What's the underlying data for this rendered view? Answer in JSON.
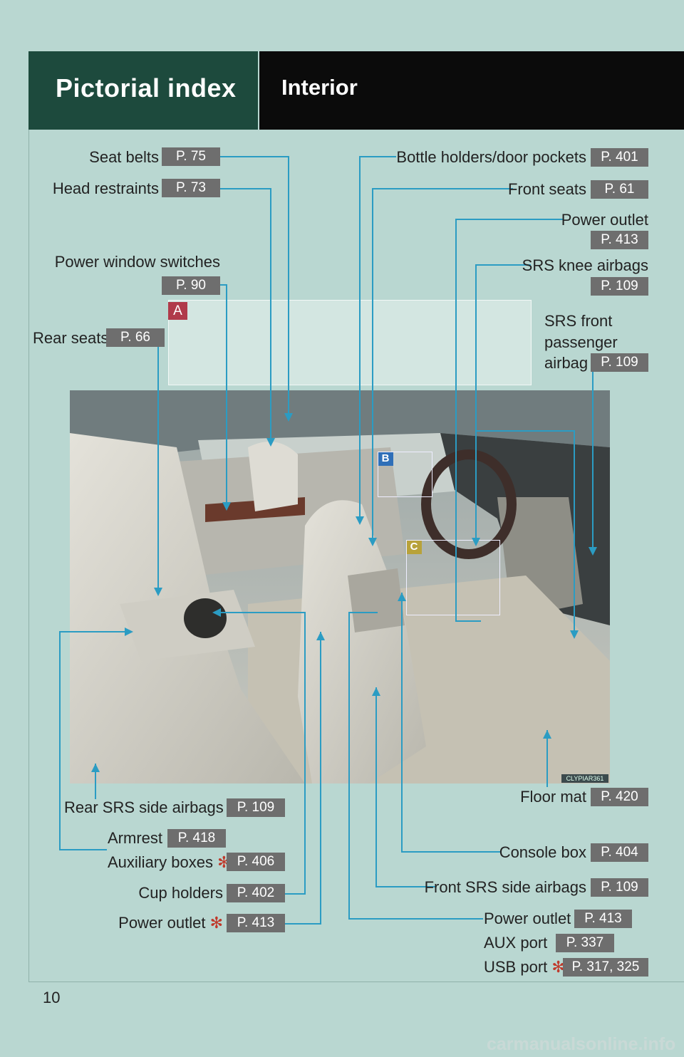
{
  "header": {
    "title": "Pictorial index",
    "section": "Interior"
  },
  "inset_tags": {
    "a": "A",
    "b": "B",
    "c": "C"
  },
  "photo_code": "CLYPIAR361",
  "page_number": "10",
  "watermark": "carmanualsonline.info",
  "labels": {
    "seat_belts": {
      "text": "Seat belts",
      "page": "P. 75"
    },
    "head_restraints": {
      "text": "Head restraints",
      "page": "P. 73"
    },
    "power_window_switches": {
      "text": "Power window switches",
      "page": "P. 90"
    },
    "rear_seats": {
      "text": "Rear seats",
      "page": "P. 66"
    },
    "bottle_holders": {
      "text": "Bottle holders/door pockets",
      "page": "P. 401"
    },
    "front_seats": {
      "text": "Front seats",
      "page": "P. 61"
    },
    "power_outlet_top": {
      "text": "Power outlet",
      "page": "P. 413"
    },
    "srs_knee_airbags": {
      "text": "SRS knee airbags",
      "page": "P. 109"
    },
    "srs_front_passenger": {
      "line1": "SRS front",
      "line2": "passenger",
      "line3": "airbag",
      "page": "P. 109"
    },
    "rear_srs_side_airbags": {
      "text": "Rear SRS side airbags",
      "page": "P. 109"
    },
    "armrest": {
      "text": "Armrest",
      "page": "P. 418"
    },
    "auxiliary_boxes": {
      "text": "Auxiliary boxes",
      "mark": "✻",
      "page": "P. 406"
    },
    "cup_holders": {
      "text": "Cup holders",
      "page": "P. 402"
    },
    "power_outlet_bottom_left": {
      "text": "Power outlet",
      "mark": "✻",
      "page": "P. 413"
    },
    "floor_mat": {
      "text": "Floor mat",
      "page": "P. 420"
    },
    "console_box": {
      "text": "Console box",
      "page": "P. 404"
    },
    "front_srs_side_airbags": {
      "text": "Front SRS side airbags",
      "page": "P. 109"
    },
    "power_outlet_bottom_right": {
      "text": "Power outlet",
      "page": "P. 413"
    },
    "aux_port": {
      "text": "AUX port",
      "page": "P. 337"
    },
    "usb_port": {
      "text": "USB port",
      "mark": "✻",
      "page": "P. 317, 325"
    }
  },
  "colors": {
    "background": "#b9d7d1",
    "header_left": "#1d4a3d",
    "header_right": "#0b0b0b",
    "badge": "#6e6e6e",
    "leader_line": "#2b9cc3",
    "asterisk": "#c0392b"
  }
}
